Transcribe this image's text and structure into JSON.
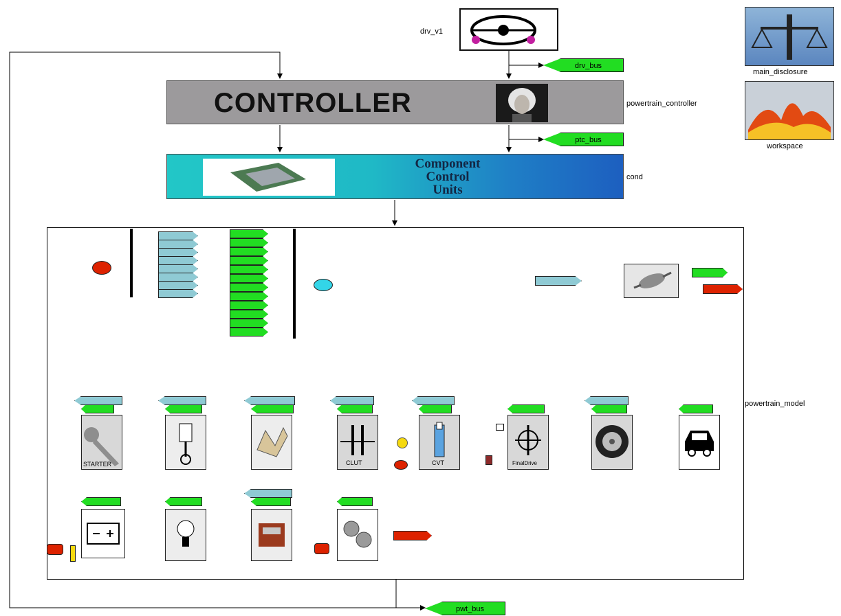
{
  "diagram": {
    "driver_label": "drv_v1",
    "controller_title": "CONTROLLER",
    "controller_label": "powertrain_controller",
    "ccu_lines": [
      "Component",
      "Control",
      "Units"
    ],
    "ccu_label": "cond",
    "model_label": "powertrain_model",
    "bus_tags": {
      "drv_bus": "drv_bus",
      "ptc_bus": "ptc_bus",
      "pwt_bus": "pwt_bus"
    },
    "side_blocks": {
      "main_disclosure": "main_disclosure",
      "workspace": "workspace"
    },
    "icons": {
      "driver": "steering-wheel-icon",
      "controller": "einstein-portrait-icon",
      "ccu": "microchip-icon",
      "main_disclosure": "scales-of-justice-icon",
      "workspace": "surface-plot-icon",
      "exhaust": "muffler-icon",
      "starter": "key-icon",
      "engine": "piston-icon",
      "crankshaft": "crankshaft-icon",
      "clutch": "clutch-icon",
      "cvt": "cvt-icon",
      "final_drive": "final-drive-icon",
      "wheel": "tire-icon",
      "vehicle": "car-icon",
      "battery": "battery-icon",
      "alternator": "bulb-icon",
      "engine_block": "engine-icon",
      "gear": "gears-icon"
    },
    "starter_text": "STARTER",
    "clutch_text": "CLUT",
    "cvt_text": "CVT",
    "final_drive_text": "FinalDrive",
    "colors": {
      "controller_bg": "#9c9a9c",
      "ccu_bg": "#22c7c7",
      "bus_green": "#22dd22",
      "tag_cyan": "#8fcad4",
      "tag_red": "#dd2200"
    }
  }
}
